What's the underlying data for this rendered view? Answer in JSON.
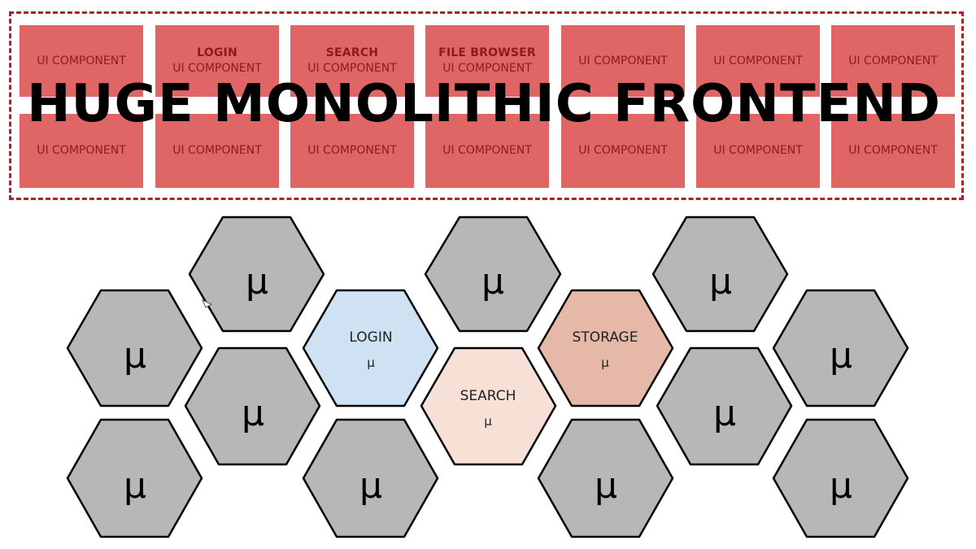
{
  "monolith": {
    "title": "HUGE MONOLITHIC FRONTEND",
    "component_label": "UI COMPONENT",
    "titled_components": {
      "login": "LOGIN",
      "search": "SEARCH",
      "file_browser": "FILE BROWSER"
    },
    "colors": {
      "component_fill": "#e06666",
      "border": "#a5252a",
      "text": "#8e1b1b"
    }
  },
  "microservices": {
    "symbol": "μ",
    "login": {
      "name": "LOGIN",
      "symbol": "μ"
    },
    "search": {
      "name": "SEARCH",
      "symbol": "μ"
    },
    "storage": {
      "name": "STORAGE",
      "symbol": "μ"
    },
    "colors": {
      "default_fill": "#b7b7b7",
      "login_fill": "#cfe2f3",
      "search_fill": "#f7e0d6",
      "storage_fill": "#e6b8a7",
      "stroke": "#000000"
    }
  }
}
